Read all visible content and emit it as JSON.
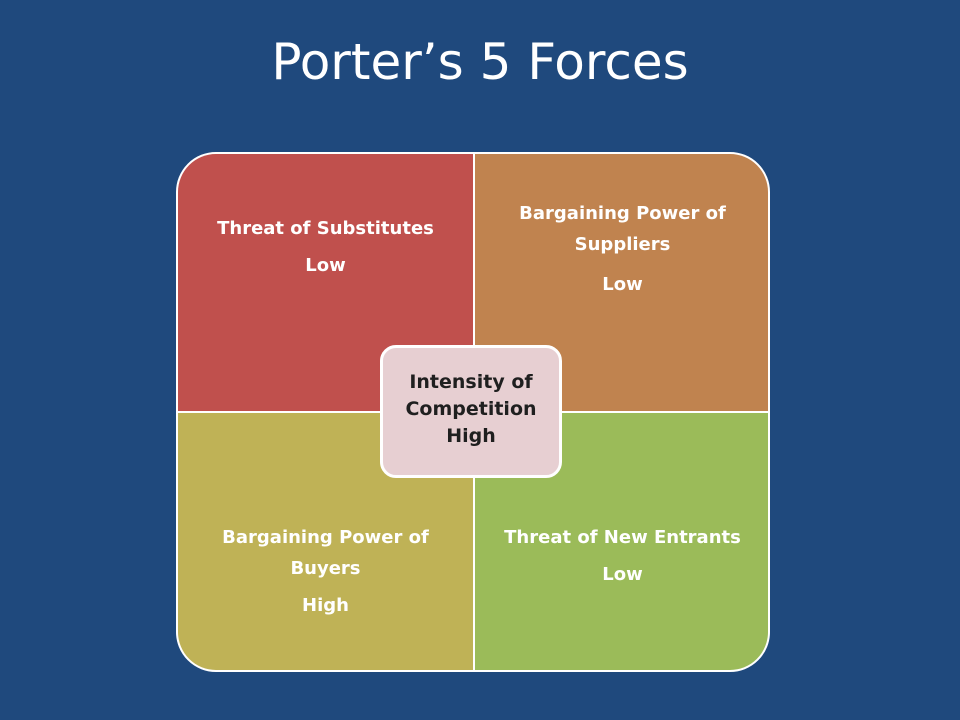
{
  "title": "Porter’s 5 Forces",
  "forces": {
    "substitutes": {
      "label": "Threat of Substitutes",
      "value": "Low"
    },
    "suppliers": {
      "label": "Bargaining Power of Suppliers",
      "value": "Low"
    },
    "buyers": {
      "label": "Bargaining Power of Buyers",
      "value": "High"
    },
    "new_entrants": {
      "label": "Threat of New Entrants",
      "value": "Low"
    }
  },
  "center": {
    "label": "Intensity of Competition",
    "value": "High"
  },
  "colors": {
    "background": "#1f497d",
    "substitutes": "#c0504d",
    "suppliers": "#c0834f",
    "buyers": "#bfb256",
    "new_entrants": "#9bbb59",
    "center": "#e7cfd2"
  }
}
